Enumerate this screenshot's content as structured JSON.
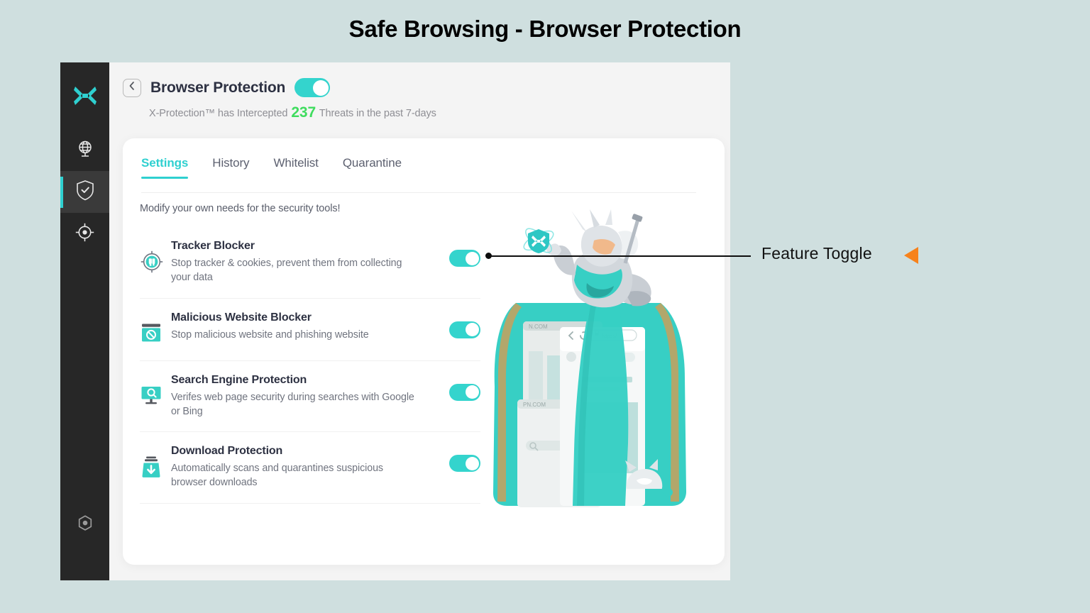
{
  "slide": {
    "title": "Safe Browsing - Browser Protection",
    "background_color": "#cfdfdf"
  },
  "annotation": {
    "label": "Feature Toggle",
    "arrow_color": "#f7821b",
    "line_color": "#0d0d0d",
    "points_to": "tracker-blocker-toggle"
  },
  "sidebar": {
    "background_color": "#272727",
    "accent_color": "#2fd0d0",
    "logo": {
      "icon": "x-logo-icon",
      "color": "#2fd0d0"
    },
    "items": [
      {
        "icon": "globe-icon",
        "name": "sidebar-item-web",
        "active": false
      },
      {
        "icon": "shield-check-icon",
        "name": "sidebar-item-protection",
        "active": true
      },
      {
        "icon": "crosshair-target-icon",
        "name": "sidebar-item-scan",
        "active": false
      }
    ],
    "bottom_item": {
      "icon": "settings-nut-icon",
      "name": "sidebar-item-settings"
    }
  },
  "header": {
    "back_icon": "chevron-left-icon",
    "title": "Browser Protection",
    "master_toggle": {
      "state": "on",
      "color": "#34d4cd"
    },
    "subtitle_prefix": "X-Protection™ has Intercepted",
    "threat_count": "237",
    "threat_count_color": "#3fdc5e",
    "subtitle_suffix": "Threats in the past 7-days"
  },
  "card": {
    "tabs": [
      {
        "label": "Settings",
        "active": true
      },
      {
        "label": "History",
        "active": false
      },
      {
        "label": "Whitelist",
        "active": false
      },
      {
        "label": "Quarantine",
        "active": false
      }
    ],
    "active_tab_color": "#2fd0d0",
    "note": "Modify your own needs for the security tools!",
    "settings": [
      {
        "icon": "tracker-target-icon",
        "title": "Tracker Blocker",
        "description": "Stop tracker & cookies, prevent them from collecting your data",
        "toggle": "on"
      },
      {
        "icon": "blocked-website-icon",
        "title": "Malicious Website Blocker",
        "description": "Stop malicious website and phishing website",
        "toggle": "on"
      },
      {
        "icon": "monitor-search-icon",
        "title": "Search Engine Protection",
        "description": "Verifes web page security during searches with Google or Bing",
        "toggle": "on"
      },
      {
        "icon": "download-tray-icon",
        "title": "Download Protection",
        "description": "Automatically scans and quarantines suspicious browser downloads",
        "toggle": "on"
      }
    ],
    "illustration": {
      "name": "guardian-knight-browser-illustration",
      "accent_color": "#37cfc4"
    }
  }
}
